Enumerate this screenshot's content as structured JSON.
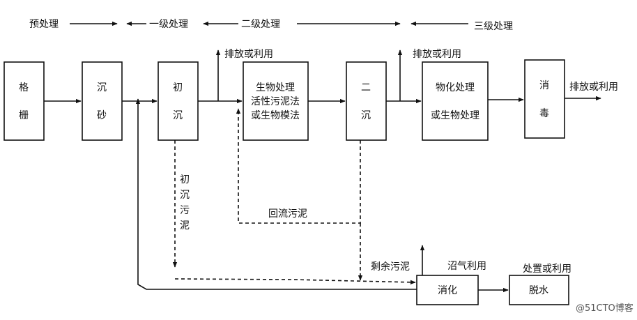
{
  "stages": {
    "pre": "预处理",
    "primary": "一级处理",
    "secondary": "二级处理",
    "tertiary": "三级处理"
  },
  "boxes": {
    "grille": [
      "格",
      "栅"
    ],
    "grit": [
      "沉",
      "砂"
    ],
    "primary_settle": [
      "初",
      "沉"
    ],
    "bio": [
      "生物处理",
      "活性污泥法",
      "或生物模法"
    ],
    "secondary_settle": [
      "二",
      "沉"
    ],
    "advanced": [
      "物化处理",
      "或生物处理"
    ],
    "disinfect": [
      "消",
      "毒"
    ],
    "digest": "消化",
    "dewater": "脱水"
  },
  "labels": {
    "discharge1": "排放或利用",
    "discharge2": "排放或利用",
    "discharge3": "排放或利用",
    "primary_sludge": [
      "初",
      "沉",
      "污",
      "泥"
    ],
    "return_sludge": "回流污泥",
    "excess_sludge": "剩余污泥",
    "biogas": "沼气利用",
    "disposal": "处置或利用"
  },
  "watermark": "@51CTO博客"
}
